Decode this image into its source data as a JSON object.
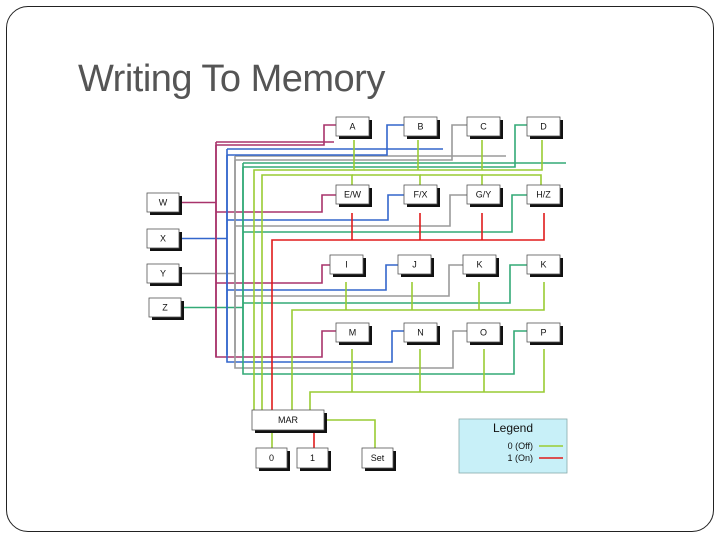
{
  "slide": {
    "title": "Writing To Memory"
  },
  "diagram": {
    "inputs": [
      "W",
      "X",
      "Y",
      "Z"
    ],
    "memory_cells": [
      [
        "A",
        "B",
        "C",
        "D"
      ],
      [
        "E/W",
        "F/X",
        "G/Y",
        "H/Z"
      ],
      [
        "I",
        "J",
        "K",
        "K"
      ],
      [
        "M",
        "N",
        "O",
        "P"
      ]
    ],
    "mar_label": "MAR",
    "bit_buttons": [
      "0",
      "1"
    ],
    "set_label": "Set",
    "legend": {
      "title": "Legend",
      "off_label": "0 (Off)",
      "on_label": "1 (On)"
    },
    "colors": {
      "off": "#99cc33",
      "on": "#e01b1b",
      "bus_w": "#a8336b",
      "bus_x": "#3366cc",
      "bus_y": "#9a9a9a",
      "bus_z": "#33aa77",
      "legend_bg": "#c8f0f8"
    }
  }
}
